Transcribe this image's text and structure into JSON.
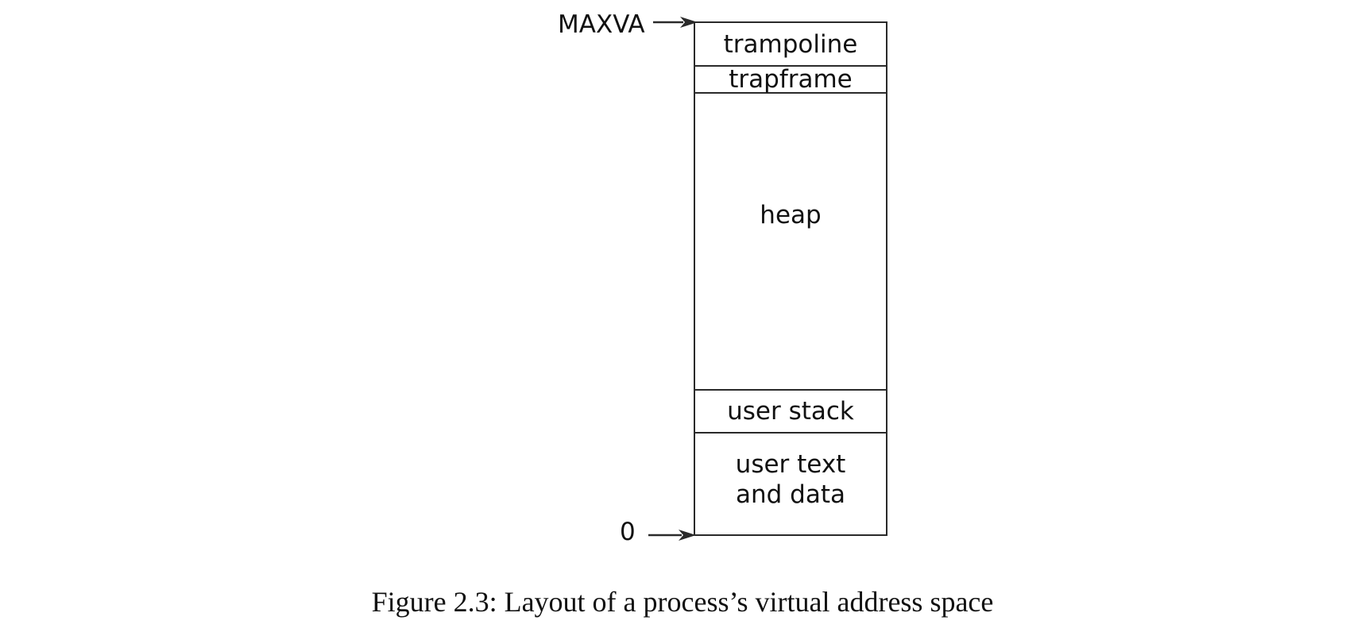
{
  "diagram": {
    "regions": [
      {
        "label": "trampoline"
      },
      {
        "label": "trapframe"
      },
      {
        "label": "heap"
      },
      {
        "label": "user stack"
      },
      {
        "label": "user text\nand data"
      }
    ],
    "top_address_label": "MAXVA",
    "bottom_address_label": "0"
  },
  "caption": "Figure 2.3: Layout of a process’s virtual address space",
  "colors": {
    "line": "#2a2a2a",
    "text": "#111111",
    "background": "#ffffff"
  }
}
